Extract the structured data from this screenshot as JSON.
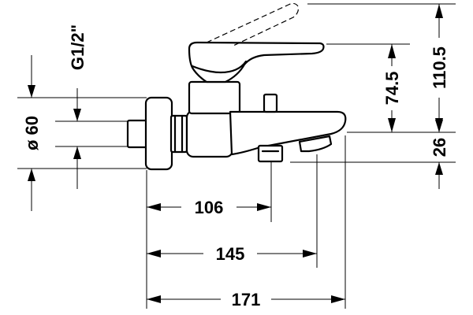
{
  "dimensions": {
    "thread": "G1/2\"",
    "diameter": "ø 60",
    "projection_106": "106",
    "projection_145": "145",
    "projection_171": "171",
    "height_74_5": "74.5",
    "height_110_5": "110.5",
    "spout_drop_26": "26"
  }
}
